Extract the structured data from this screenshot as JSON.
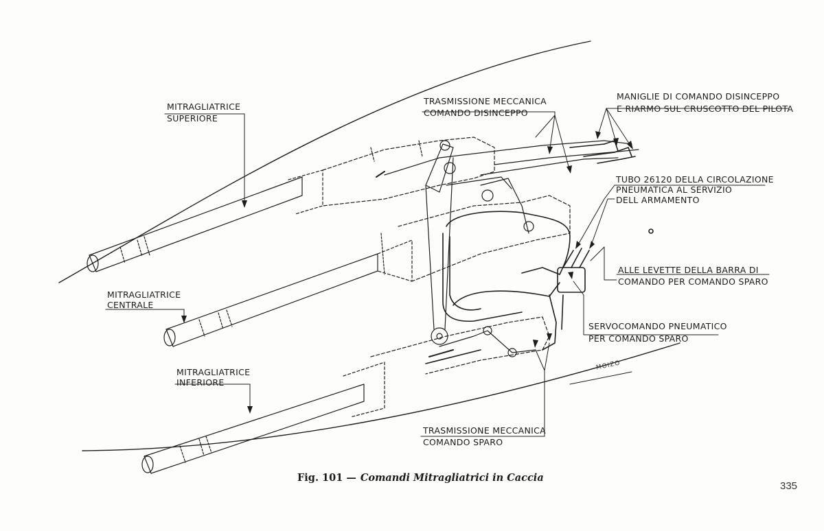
{
  "labels": {
    "mitragliatrice_superiore": [
      "MITRAGLIATRICE",
      "SUPERIORE"
    ],
    "mitragliatrice_centrale": [
      "MITRAGLIATRICE",
      "CENTRALE"
    ],
    "mitragliatrice_inferiore": [
      "MITRAGLIATRICE",
      "INFERIORE"
    ],
    "trasmissione_disinceppo": [
      "TRASMISSIONE MECCANICA",
      "COMANDO DISINCEPPO"
    ],
    "maniglie": [
      "MANIGLIE DI COMANDO DISINCEPPO",
      "E RIARMO SUL CRUSCOTTO DEL PILOTA"
    ],
    "tubo": [
      "TUBO 26120 DELLA CIRCOLAZIONE",
      "PNEUMATICA AL SERVIZIO",
      "DELL ARMAMENTO"
    ],
    "levette": [
      "ALLE LEVETTE DELLA BARRA DI",
      "COMANDO PER COMANDO SPARO"
    ],
    "servocomando": [
      "SERVOCOMANDO PNEUMATICO",
      "PER COMANDO SPARO"
    ],
    "trasmissione_sparo": [
      "TRASMISSIONE MECCANICA",
      "COMANDO SPARO"
    ]
  },
  "caption": {
    "fig": "Fig. 101 —",
    "title": "Comandi Mitragliatrici in Caccia"
  },
  "page_number": "335",
  "signature": "MOIZO"
}
